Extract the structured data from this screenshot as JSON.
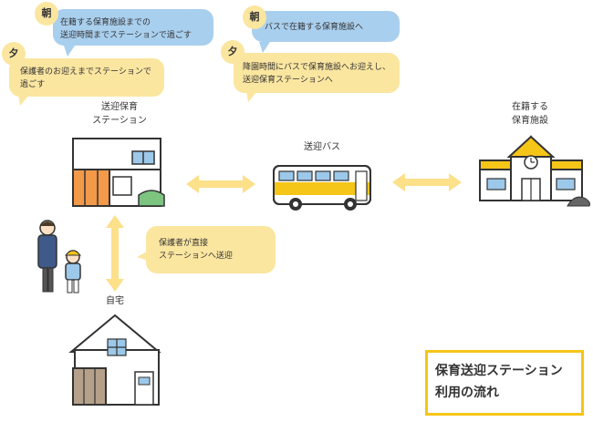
{
  "bubbles": {
    "station_morning": {
      "badge": "朝",
      "line1": "在籍する保育施設までの",
      "line2": "送迎時間までステーションで過ごす"
    },
    "station_evening": {
      "badge": "夕",
      "line1": "保護者のお迎えまでステーションで",
      "line2": "過ごす"
    },
    "bus_morning": {
      "badge": "朝",
      "text": "バスで在籍する保育施設へ"
    },
    "bus_evening": {
      "badge": "夕",
      "line1": "降園時間にバスで保育施設へお迎えし、",
      "line2": "送迎保育ステーションへ"
    },
    "guardian": {
      "line1": "保護者が直接",
      "line2": "ステーションへ送迎"
    }
  },
  "labels": {
    "station": {
      "line1": "送迎保育",
      "line2": "ステーション"
    },
    "bus": "送迎バス",
    "nursery": {
      "line1": "在籍する",
      "line2": "保育施設"
    },
    "home": "自宅"
  },
  "title": {
    "line1": "保育送迎ステーション",
    "line2": "利用の流れ"
  },
  "colors": {
    "bubble_blue": "#a9cfee",
    "bubble_yellow": "#fbe6a0",
    "accent_yellow": "#f5c518",
    "orange": "#f2994a",
    "green": "#7cc47f",
    "arrow": "#fce08a"
  }
}
